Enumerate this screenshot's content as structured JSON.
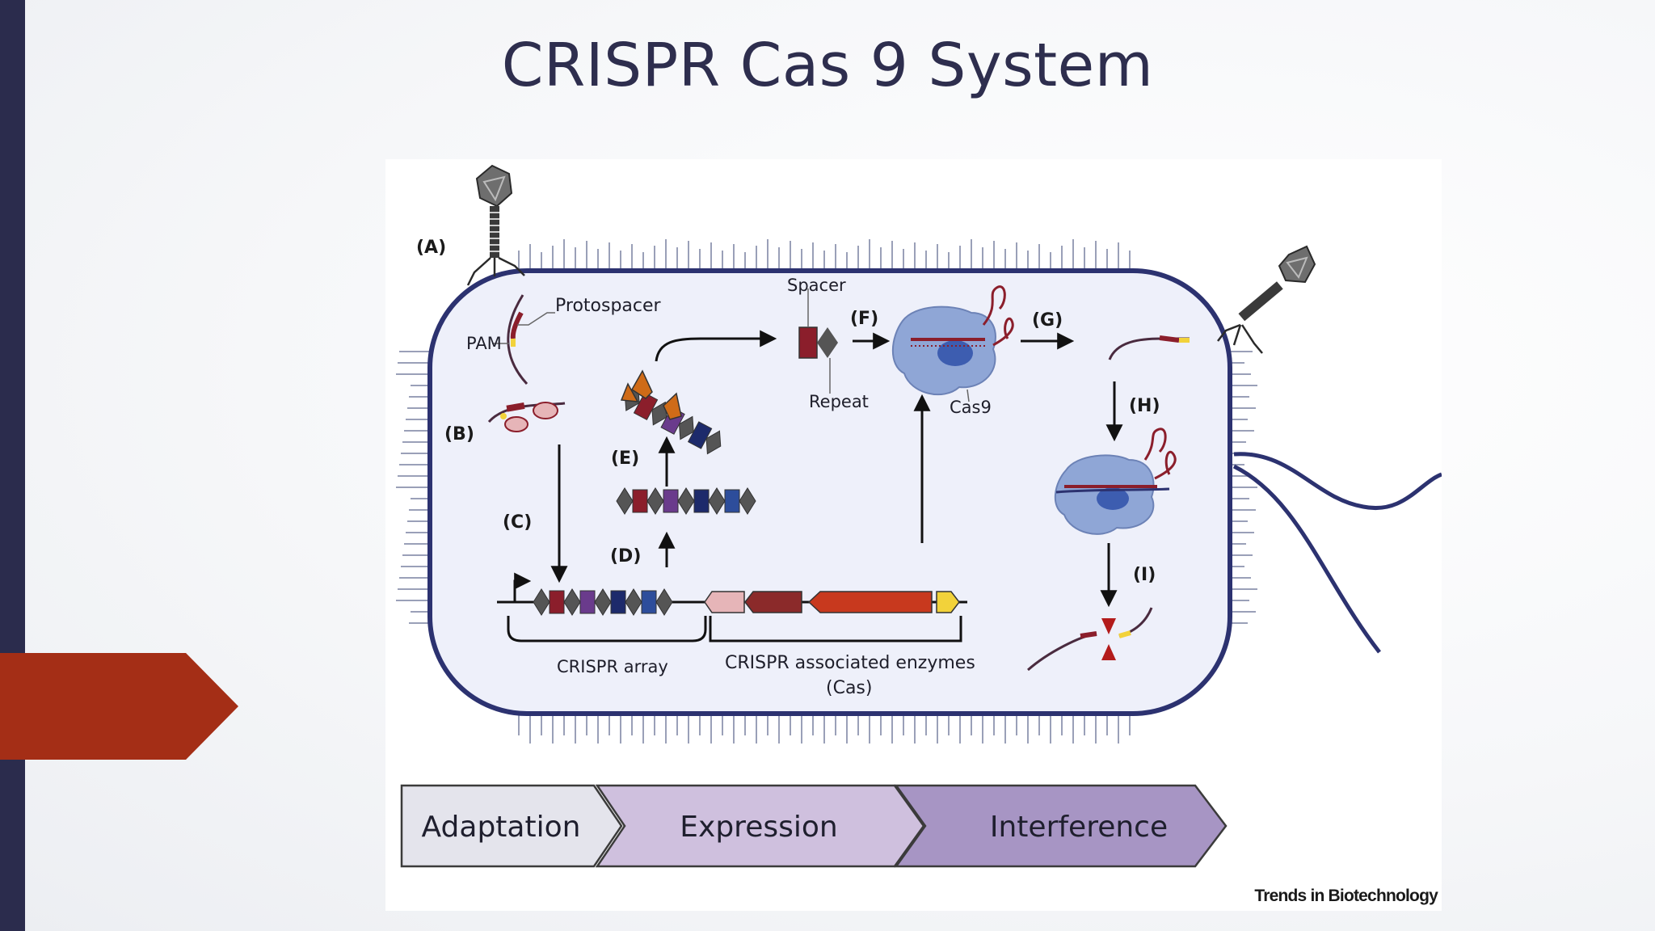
{
  "slide": {
    "title": "CRISPR Cas 9 System"
  },
  "diagram": {
    "step_labels": {
      "a": "(A)",
      "b": "(B)",
      "c": "(C)",
      "d": "(D)",
      "e": "(E)",
      "f": "(F)",
      "g": "(G)",
      "h": "(H)",
      "i": "(I)"
    },
    "annotations": {
      "protospacer": "Protospacer",
      "pam": "PAM",
      "spacer": "Spacer",
      "repeat": "Repeat",
      "cas9": "Cas9",
      "crispr_array": "CRISPR array",
      "cas_enzymes_line1": "CRISPR associated enzymes",
      "cas_enzymes_line2": "(Cas)"
    },
    "phases": [
      "Adaptation",
      "Expression",
      "Interference"
    ],
    "credit": "Trends in Biotechnology",
    "colors": {
      "cell_fill": "#eef0fa",
      "cell_outline": "#2c3270",
      "repeat_gray": "#555555",
      "spacer_colors": [
        "#8b1e2b",
        "#6a3b8c",
        "#1d2a6b",
        "#2d4d9b"
      ],
      "cas_red": "#c8391e",
      "cas_pink": "#e6b5b8",
      "cas_yellow": "#f2d23a",
      "cas9_blue": "#8fa6d6",
      "accent_slide": "#a42e16",
      "left_bar": "#2b2c4d"
    }
  }
}
